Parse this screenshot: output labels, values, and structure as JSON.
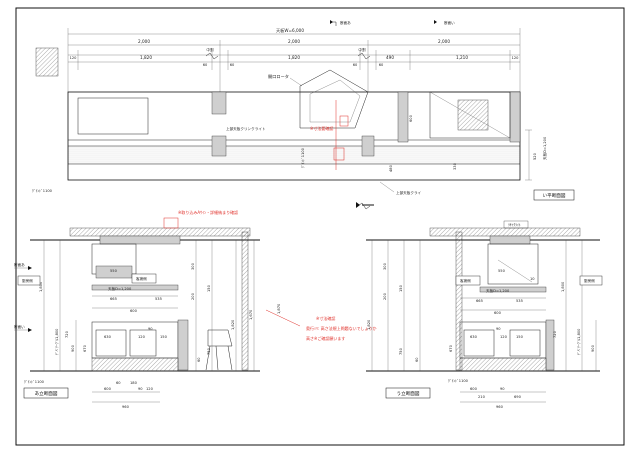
{
  "plan": {
    "total_width": "天板W=6,000",
    "overall_left": "2,000",
    "overall_mid": "2,000",
    "overall_right": "2,000",
    "seg_1820": "1,820",
    "seg_60a": "60",
    "seg_60b": "60",
    "seg_490": "490",
    "seg_1210": "1,210",
    "seg_60c": "60",
    "seg_60d": "60",
    "side_120": "120",
    "section_a": "断面あ",
    "section_b": "断面い",
    "center_label": "中割",
    "center_label_2": "中割",
    "sink_label": "開口ロータ",
    "top_board_label_upper": "上部天板クリンクライト",
    "top_board_label_lower": "上部天板クライ",
    "red_note": "※寸法要確認",
    "dim_520": "520",
    "dim_1200": "天板D=1,200",
    "dim_330": "330",
    "dim_600": "600",
    "dim_480": "480",
    "floor": "ｸﾞﾘﾝﾄﾞ1100",
    "plan_title": "い平断面図"
  },
  "left_section": {
    "red_note": "※取り込みAｻｲﾝ・詳細納まり確認",
    "dim_550": "550",
    "dim_10": "10",
    "top_label": "天板D=1,200",
    "dim_665": "665",
    "dim_535": "535",
    "dim_600": "600",
    "dim_630": "630",
    "dim_90": "90",
    "dim_120": "120",
    "dim_150": "150",
    "dim_10b": "10",
    "height_1800": "1,800",
    "height_1820": "1,820",
    "height_1670": "1,670",
    "height_900": "900",
    "height_720": "720",
    "height_670": "670",
    "height_300": "300",
    "height_750": "750",
    "height_200": "200",
    "height_150": "150",
    "height_60": "60",
    "label_counter": "ﾃﾞﾊﾞﾃｰﾌﾞﾙ1,800",
    "room_a": "厨房側",
    "room_b": "客席側",
    "section_a": "断面あ",
    "section_b": "断面い",
    "bottom_600": "600",
    "bottom_90": "90",
    "bottom_120": "120",
    "bottom_150": "150",
    "bottom_960": "960",
    "bottom_60": "60",
    "bottom_180": "180",
    "floor": "ｸﾞﾘﾝﾄﾞ1100",
    "title": "あ立断面図"
  },
  "center_note": {
    "line1": "※寸法確認",
    "line2": "奥行ﾐﾘ: 高さ法規上問題ないでしょうか",
    "line3": "高さ※ご確認願います",
    "dim_1870": "1,870"
  },
  "right_section": {
    "dim_550": "550",
    "dim_10": "10",
    "top_label": "天板D=1,200",
    "dim_665": "665",
    "dim_535": "535",
    "dim_600": "600",
    "dim_630": "630",
    "dim_90": "90",
    "dim_120": "120",
    "dim_150": "150",
    "height_1820": "1,820",
    "height_1800": "1,800",
    "height_900": "900",
    "height_720": "720",
    "height_670": "670",
    "height_300": "300",
    "height_750": "750",
    "height_200": "200",
    "height_150": "150",
    "height_60": "60",
    "label_counter": "ﾃﾞﾊﾞﾃｰﾌﾞﾙ1,800",
    "label_top": "ﾘｻｲｸﾗｲﾄ",
    "room_a": "厨房側",
    "room_b": "客席側",
    "bottom_600": "600",
    "bottom_90": "90",
    "bottom_210": "210",
    "bottom_690": "690",
    "bottom_960": "960",
    "floor": "ｸﾞﾘﾝﾄﾞ1100",
    "title": "う立断面図"
  }
}
